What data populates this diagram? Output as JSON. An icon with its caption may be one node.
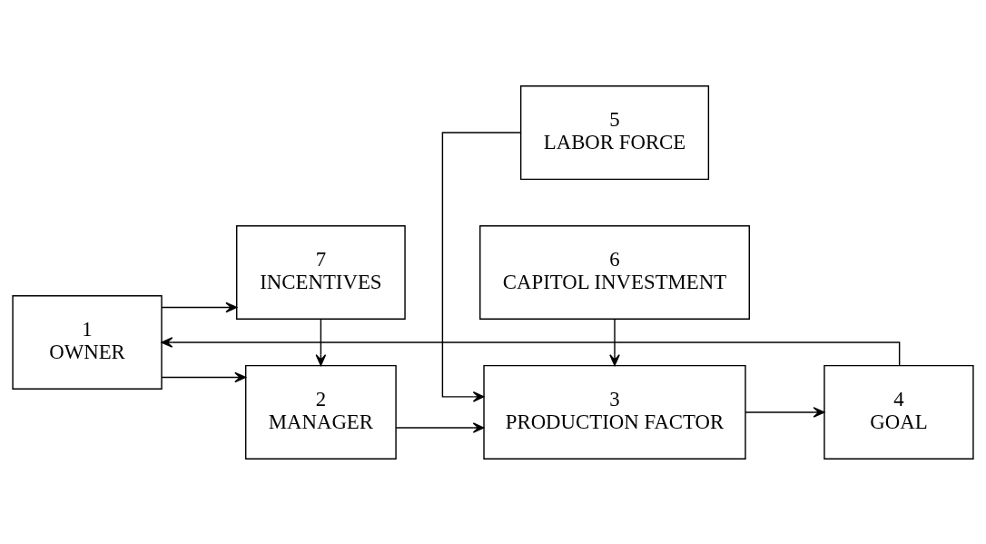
{
  "diagram": {
    "nodes": [
      {
        "text": [
          "7",
          "INCENTIVES"
        ]
      },
      {
        "text": [
          "5",
          "LABOR FORCE"
        ]
      },
      {
        "text": [
          "1",
          "OWNER"
        ]
      },
      {
        "text": [
          "2",
          "MANAGER"
        ]
      },
      {
        "text": [
          "3",
          "PRODUCTION FACTOR"
        ]
      },
      {
        "text": [
          "4",
          "GOAL"
        ]
      },
      {
        "text": [
          "6",
          "CAPITOL INVESTMENT"
        ]
      }
    ],
    "edges": [
      {
        "from": 2,
        "to": 0,
        "arrow": "to"
      },
      {
        "from": 0,
        "to": 3,
        "arrow": "to"
      },
      {
        "from": 2,
        "to": 3,
        "arrow": "to"
      },
      {
        "from": 3,
        "to": 4,
        "arrow": "to"
      },
      {
        "from": 1,
        "to": 4,
        "arrow": "to"
      },
      {
        "from": 4,
        "to": 5,
        "arrow": "to"
      },
      {
        "from": 6,
        "to": 4,
        "arrow": "to"
      },
      {
        "from": 5,
        "to": 2,
        "arrow": "to"
      }
    ]
  }
}
